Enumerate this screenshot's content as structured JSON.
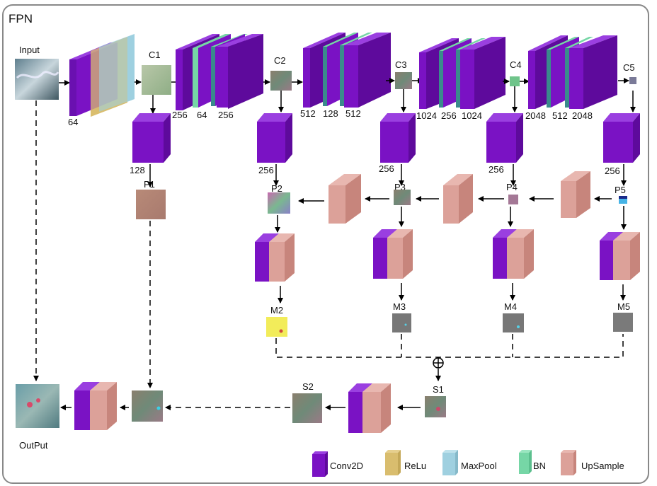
{
  "title": "FPN",
  "colors": {
    "conv": "#7a12c4",
    "conv_side": "#5e0a9c",
    "conv_top": "#9a3fe0",
    "relu": "#d9bd6e",
    "maxpool": "#9fd0e0",
    "bn": "#76d6a6",
    "upsample": "#dca199",
    "upsample_side": "#c7857c",
    "upsample_top": "#e8b7b0"
  },
  "labels": {
    "input": "Input",
    "output": "OutPut",
    "c1": "C1",
    "c2": "C2",
    "c3": "C3",
    "c4": "C4",
    "c5": "C5",
    "p1": "P1",
    "p2": "P2",
    "p3": "P3",
    "p4": "P4",
    "p5": "P5",
    "m2": "M2",
    "m3": "M3",
    "m4": "M4",
    "m5": "M5",
    "s1": "S1",
    "s2": "S2"
  },
  "channels": {
    "stem": "64",
    "c1_block": [
      "256",
      "64",
      "256"
    ],
    "c2_block": [
      "512",
      "128",
      "512"
    ],
    "c3_block": [
      "1024",
      "256",
      "1024"
    ],
    "c4_block": [
      "2048",
      "512",
      "2048"
    ],
    "lat1": "128",
    "lat2": "256",
    "lat3": "256",
    "lat4": "256",
    "lat5": "256"
  },
  "legend": [
    {
      "label": "Conv2D",
      "icon": "conv2d-icon"
    },
    {
      "label": "ReLu",
      "icon": "relu-icon"
    },
    {
      "label": "MaxPool",
      "icon": "maxpool-icon"
    },
    {
      "label": "BN",
      "icon": "bn-icon"
    },
    {
      "label": "UpSample",
      "icon": "upsample-icon"
    }
  ]
}
